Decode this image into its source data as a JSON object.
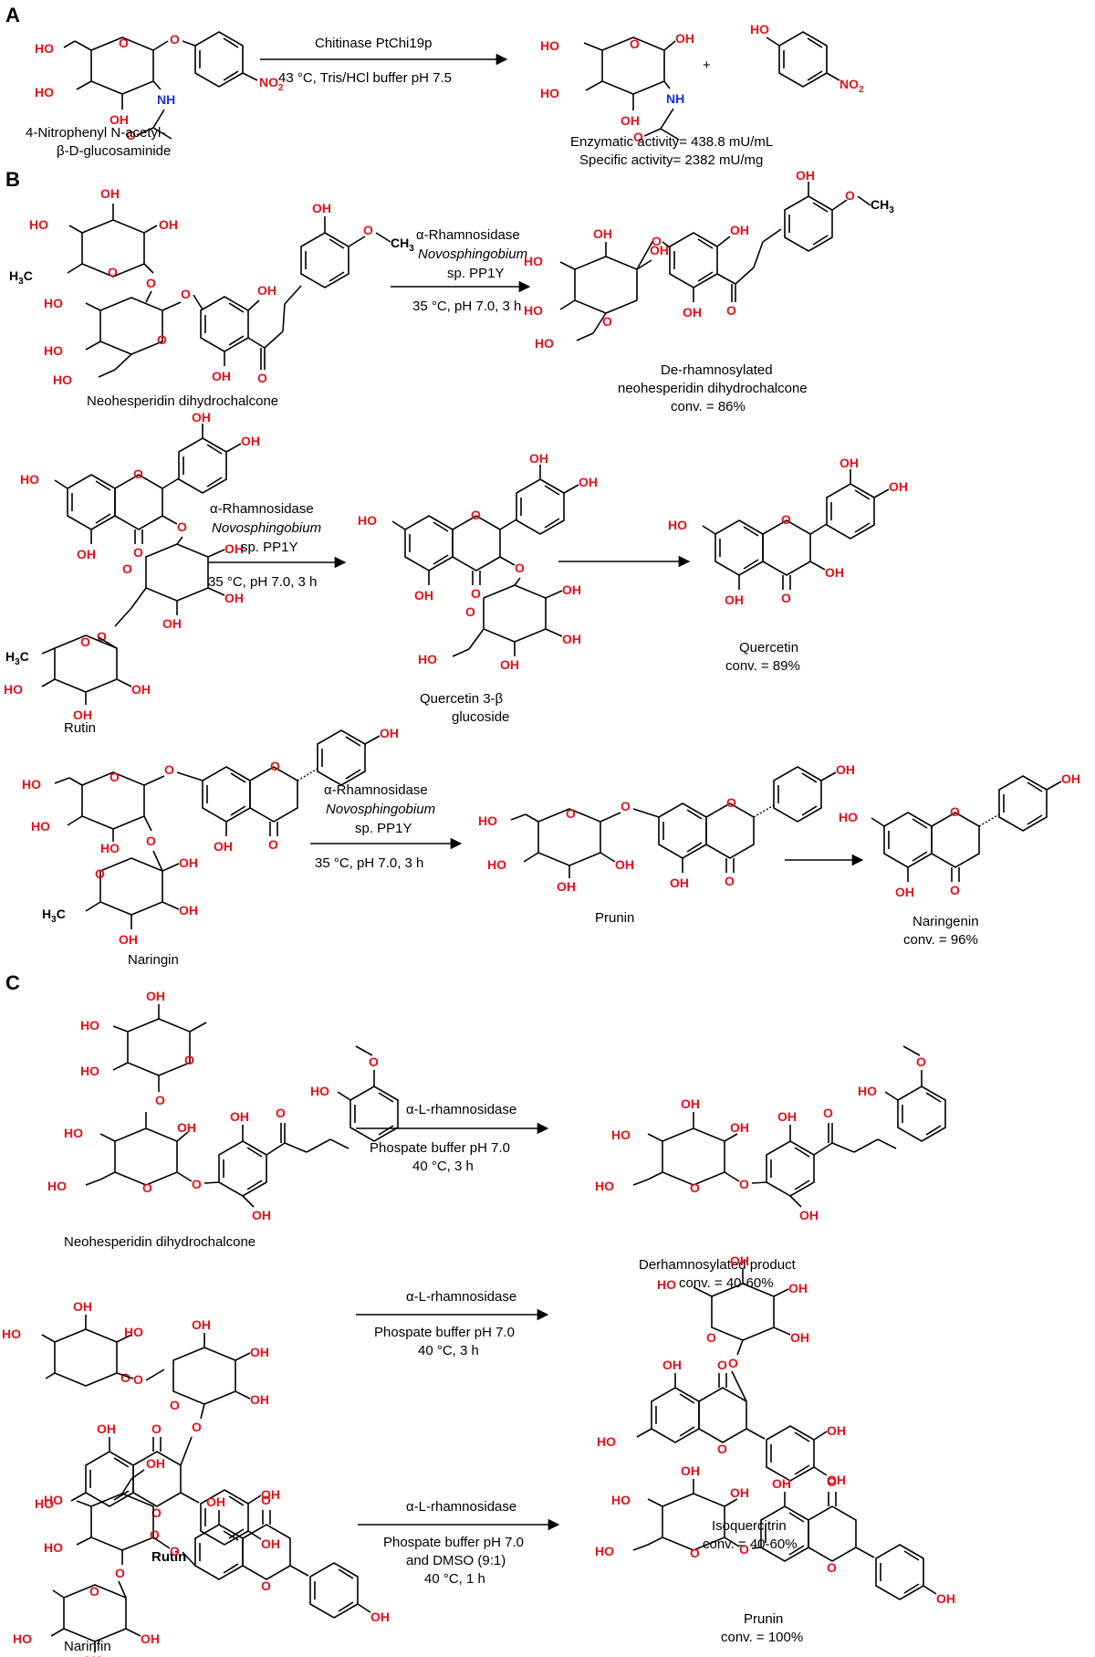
{
  "colors": {
    "heteroatom_O": "#e8101a",
    "heteroatom_N": "#1a2ee8",
    "bond": "#000000"
  },
  "sections": [
    {
      "letter": "A",
      "reactions": [
        {
          "substrate": {
            "name_line1": "4-Nitrophenyl N-acetyl-",
            "name_line2": "β-D-glucosaminide"
          },
          "conditions": [
            "Chitinase PtChi19p",
            "43 °C, Tris/HCl buffer pH 7.5"
          ],
          "plus": "+",
          "results": [
            "Enzymatic activity= 438.8 mU/mL",
            "Specific activity= 2382 mU/mg"
          ]
        }
      ]
    },
    {
      "letter": "B",
      "reactions": [
        {
          "substrate": {
            "name": "Neohesperidin dihydrochalcone"
          },
          "conditions": [
            "α-Rhamnosidase",
            "Novosphingobium",
            "sp. PP1Y",
            "35 °C, pH 7.0, 3 h"
          ],
          "product": {
            "name_line1": "De-rhamnosylated",
            "name_line2": "neohesperidin dihydrochalcone",
            "conv": "conv. = 86%"
          }
        },
        {
          "substrate": {
            "name": "Rutin"
          },
          "conditions": [
            "α-Rhamnosidase",
            "Novosphingobium",
            "sp. PP1Y",
            "35 °C, pH 7.0, 3 h"
          ],
          "intermediate": {
            "name_line1": "Quercetin 3-β",
            "name_line2": "glucoside"
          },
          "product": {
            "name": "Quercetin",
            "conv": "conv. = 89%"
          }
        },
        {
          "substrate": {
            "name": "Naringin"
          },
          "conditions": [
            "α-Rhamnosidase",
            "Novosphingobium",
            "sp. PP1Y",
            "35 °C, pH 7.0, 3 h"
          ],
          "intermediate": {
            "name": "Prunin"
          },
          "product": {
            "name": "Naringenin",
            "conv": "conv. = 96%"
          }
        }
      ]
    },
    {
      "letter": "C",
      "reactions": [
        {
          "substrate": {
            "name": "Neohesperidin dihydrochalcone"
          },
          "conditions": [
            "α-L-rhamnosidase",
            "Phospate buffer pH 7.0",
            "40 °C, 3 h"
          ],
          "product": {
            "name": "Derhamnosylated product",
            "conv": "conv. = 40-60%"
          }
        },
        {
          "substrate": {
            "name": "Rutin"
          },
          "conditions": [
            "α-L-rhamnosidase",
            "Phospate buffer pH 7.0",
            "40 °C, 3 h"
          ],
          "product": {
            "name": "Isoquercitrin",
            "conv": "conv. = 40-60%"
          }
        },
        {
          "substrate": {
            "name": "Narinfin"
          },
          "conditions": [
            "α-L-rhamnosidase",
            "Phospate buffer pH 7.0",
            "and DMSO (9:1)",
            "40 °C, 1 h"
          ],
          "product": {
            "name": "Prunin",
            "conv": "conv. = 100%"
          }
        }
      ]
    }
  ],
  "atoms": {
    "OH": "OH",
    "HO": "HO",
    "O": "O",
    "NH": "NH",
    "NO2_main": "NO",
    "NO2_sub": "2",
    "H3C_main": "H",
    "H3C_sub": "3",
    "H3C_end": "C",
    "CH3_main": "CH",
    "CH3_sub": "3"
  }
}
